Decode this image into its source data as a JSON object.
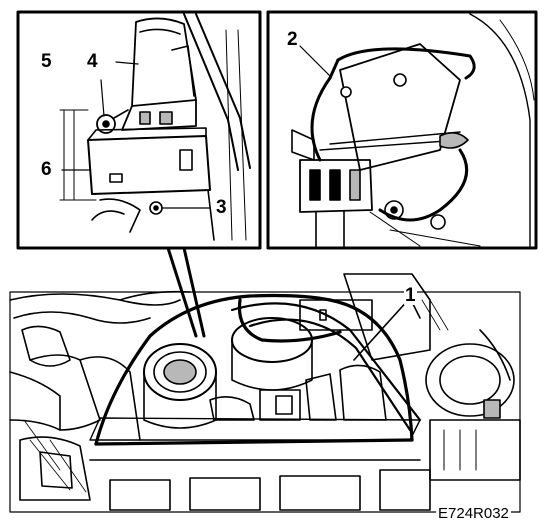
{
  "callouts": {
    "part_1": "1",
    "part_2": "2",
    "part_3": "3",
    "part_4": "4",
    "part_5": "5",
    "part_6": "6"
  },
  "figure_code": "E724R032",
  "palette": {
    "ink": "#000000",
    "paper": "#ffffff",
    "shade": "#b8b8b8"
  }
}
